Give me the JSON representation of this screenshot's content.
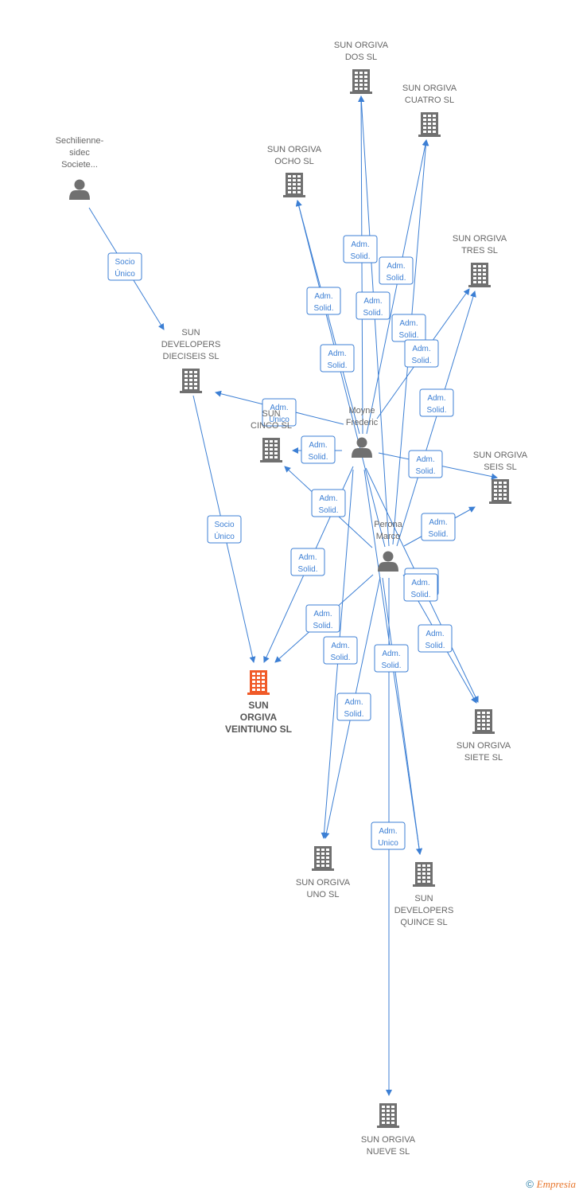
{
  "colors": {
    "edge": "#3c7fd4",
    "company": "#707070",
    "person": "#707070",
    "main": "#f05a28"
  },
  "nodes": [
    {
      "id": "dos",
      "type": "company",
      "label": [
        "SUN ORGIVA",
        "DOS SL"
      ]
    },
    {
      "id": "cuatro",
      "type": "company",
      "label": [
        "SUN ORGIVA",
        "CUATRO SL"
      ]
    },
    {
      "id": "sechilienne",
      "type": "person",
      "label": [
        "Sechilienne-",
        "sidec",
        "Societe..."
      ]
    },
    {
      "id": "ocho",
      "type": "company",
      "label": [
        "SUN ORGIVA",
        "OCHO SL"
      ]
    },
    {
      "id": "tres",
      "type": "company",
      "label": [
        "SUN ORGIVA",
        "TRES SL"
      ]
    },
    {
      "id": "dieciseis",
      "type": "company",
      "label": [
        "SUN",
        "DEVELOPERS",
        "DIECISEIS SL"
      ]
    },
    {
      "id": "cinco",
      "type": "company",
      "label": [
        "SUN",
        "CINCO SL"
      ]
    },
    {
      "id": "moyne",
      "type": "person",
      "label": [
        "Moyne",
        "Frederic"
      ]
    },
    {
      "id": "seis",
      "type": "company",
      "label": [
        "SUN ORGIVA",
        "SEIS SL"
      ]
    },
    {
      "id": "perona",
      "type": "person",
      "label": [
        "Perona",
        "Marco"
      ]
    },
    {
      "id": "veintiuno",
      "type": "main",
      "label": [
        "SUN",
        "ORGIVA",
        "VEINTIUNO SL"
      ]
    },
    {
      "id": "siete",
      "type": "company",
      "label": [
        "SUN ORGIVA",
        "SIETE SL"
      ]
    },
    {
      "id": "uno",
      "type": "company",
      "label": [
        "SUN ORGIVA",
        "UNO SL"
      ]
    },
    {
      "id": "quince",
      "type": "company",
      "label": [
        "SUN",
        "DEVELOPERS",
        "QUINCE SL"
      ]
    },
    {
      "id": "nueve",
      "type": "company",
      "label": [
        "SUN ORGIVA",
        "NUEVE SL"
      ]
    }
  ],
  "edges": [
    {
      "from": "sechilienne",
      "to": "dieciseis",
      "label": [
        "Socio",
        "Único"
      ]
    },
    {
      "from": "dieciseis",
      "to": "veintiuno",
      "label": [
        "Socio",
        "Único"
      ]
    },
    {
      "from": "moyne",
      "to": "dos",
      "label": [
        "Adm.",
        "Solid."
      ]
    },
    {
      "from": "moyne",
      "to": "cuatro",
      "label": [
        "Adm.",
        "Solid."
      ]
    },
    {
      "from": "moyne",
      "to": "ocho",
      "label": [
        "Adm.",
        "Solid."
      ]
    },
    {
      "from": "moyne",
      "to": "tres",
      "label": [
        "Adm.",
        "Solid."
      ]
    },
    {
      "from": "moyne",
      "to": "dieciseis",
      "label": [
        "Adm.",
        "Unico"
      ]
    },
    {
      "from": "moyne",
      "to": "cinco",
      "label": [
        "Adm.",
        "Solid."
      ]
    },
    {
      "from": "moyne",
      "to": "seis",
      "label": [
        "Adm.",
        "Solid."
      ]
    },
    {
      "from": "moyne",
      "to": "veintiuno",
      "label": [
        "Adm.",
        "Solid."
      ]
    },
    {
      "from": "moyne",
      "to": "siete",
      "label": [
        "Adm.",
        "Solid."
      ]
    },
    {
      "from": "moyne",
      "to": "uno",
      "label": [
        "Adm.",
        "Solid."
      ]
    },
    {
      "from": "moyne",
      "to": "quince",
      "label": [
        "Adm.",
        "Solid."
      ]
    },
    {
      "from": "perona",
      "to": "dos",
      "label": [
        "Adm.",
        "Solid."
      ]
    },
    {
      "from": "perona",
      "to": "cuatro",
      "label": [
        "Adm.",
        "Solid."
      ]
    },
    {
      "from": "perona",
      "to": "ocho",
      "label": [
        "Adm.",
        "Solid."
      ]
    },
    {
      "from": "perona",
      "to": "tres",
      "label": [
        "Adm.",
        "Solid."
      ]
    },
    {
      "from": "perona",
      "to": "cinco",
      "label": [
        "Adm.",
        "Solid."
      ]
    },
    {
      "from": "perona",
      "to": "seis",
      "label": [
        "Adm.",
        "Solid."
      ]
    },
    {
      "from": "perona",
      "to": "veintiuno",
      "label": [
        "Adm.",
        "Solid."
      ]
    },
    {
      "from": "perona",
      "to": "siete",
      "label": [
        "Adm.",
        "Solid."
      ]
    },
    {
      "from": "perona",
      "to": "uno",
      "label": [
        "Adm.",
        "Solid."
      ]
    },
    {
      "from": "perona",
      "to": "nueve",
      "label": [
        "Adm.",
        "Unico"
      ]
    },
    {
      "from": "perona",
      "to": "quince",
      "label": [
        "Adm.",
        "Solid."
      ]
    }
  ],
  "footer": {
    "copyright": "©",
    "brand": "Empresia"
  }
}
